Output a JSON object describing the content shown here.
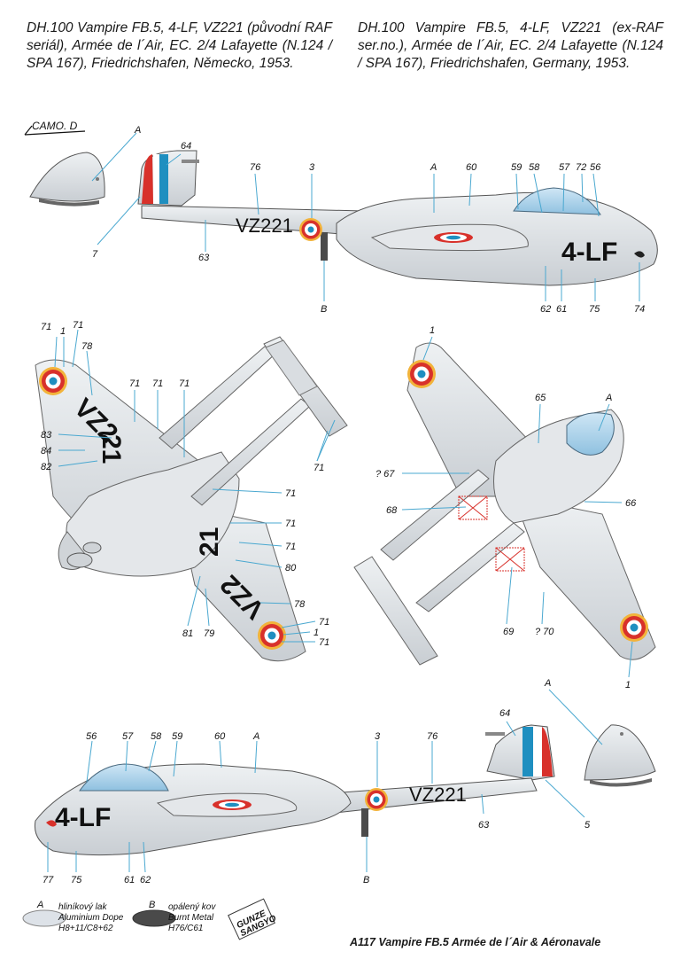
{
  "header": {
    "czech": "DH.100 Vampire FB.5, 4-LF, VZ221 (původní RAF seriál), Armée de l´Air, EC. 2/4 Lafayette (N.124 / SPA 167), Friedrichshafen, Německo, 1953.",
    "english": "DH.100 Vampire FB.5, 4-LF, VZ221 (ex-RAF ser.no.), Armée de l´Air, EC. 2/4 Lafayette (N.124 / SPA 167), Friedrichshafen, Germany, 1953."
  },
  "camo_label": "CAMO. D",
  "markings": {
    "serial": "VZ221",
    "serial_wing_top": "VZ2",
    "serial_wing_top2": "21",
    "serial_wing_bottom": "VZ2",
    "serial_wing_bottom2": "21",
    "code": "4-LF"
  },
  "callouts": {
    "side_top": {
      "A_fin": "A",
      "n7": "7",
      "n64": "64",
      "n76": "76",
      "n3": "3",
      "A_body": "A",
      "n60": "60",
      "n59": "59",
      "n58": "58",
      "n57": "57",
      "n72": "72",
      "n56": "56",
      "n63": "63",
      "B": "B",
      "n62": "62",
      "n61": "61",
      "n75": "75",
      "n74": "74"
    },
    "plan_top": {
      "n71a": "71",
      "n1": "1",
      "n71b": "71",
      "n78a": "78",
      "n71c": "71",
      "n71d": "71",
      "n71e": "71",
      "n83": "83",
      "n84": "84",
      "n82": "82",
      "n71f": "71",
      "n71g": "71",
      "n71h": "71",
      "n71i": "71",
      "n80": "80",
      "n78b": "78",
      "n71j": "71",
      "n1b": "1",
      "n71k": "71",
      "n81": "81",
      "n79": "79"
    },
    "plan_bottom": {
      "n1": "1",
      "n65": "65",
      "A": "A",
      "n67": "? 67",
      "n66": "66",
      "n68": "68",
      "n69": "69",
      "n70": "? 70",
      "n1b": "1"
    },
    "side_bottom": {
      "A_fin": "A",
      "n64": "64",
      "n56": "56",
      "n57": "57",
      "n58": "58",
      "n59": "59",
      "n60": "60",
      "A_body": "A",
      "n3": "3",
      "n76": "76",
      "n63": "63",
      "n5": "5",
      "n77": "77",
      "n75": "75",
      "n61": "61",
      "n62": "62",
      "B": "B"
    }
  },
  "legend": {
    "A": {
      "letter": "A",
      "line1": "hliníkový lak",
      "line2": "Aluminium Dope",
      "line3": "H8+11/C8+62",
      "color": "#dde2e8"
    },
    "B": {
      "letter": "B",
      "line1": "opálený kov",
      "line2": "Burnt Metal",
      "line3": "H76/C61",
      "color": "#4a4a4a"
    }
  },
  "brand": {
    "line1": "GUNZE",
    "line2": "SANGYO"
  },
  "footer": "A117 Vampire FB.5 Armée de l´Air & Aéronavale",
  "colors": {
    "aluminium": "#d9dde1",
    "burnt": "#4b4b4b",
    "blue": "#1f8fc0",
    "red": "#d8312b",
    "yellow": "#f2b33a",
    "line": "#4aa8d0"
  }
}
